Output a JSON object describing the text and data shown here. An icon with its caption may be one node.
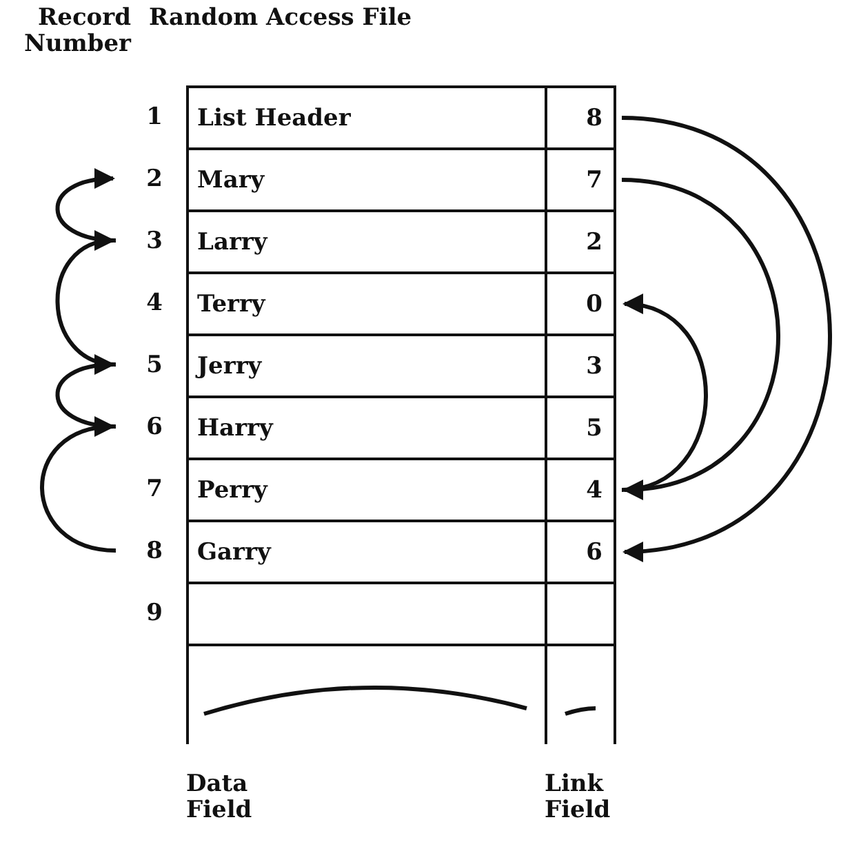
{
  "diagram": {
    "nodes": [
      {
        "text": [
          "1"
        ]
      },
      {
        "text": [
          "List Header"
        ]
      },
      {
        "text": [
          "8"
        ]
      },
      {
        "text": [
          "2"
        ]
      },
      {
        "text": [
          "Mary"
        ]
      },
      {
        "text": [
          "7"
        ]
      },
      {
        "text": [
          "3"
        ]
      },
      {
        "text": [
          "Larry"
        ]
      },
      {
        "text": [
          "2"
        ]
      },
      {
        "text": [
          "4"
        ]
      },
      {
        "text": [
          "Terry"
        ]
      },
      {
        "text": [
          "0"
        ]
      },
      {
        "text": [
          "5"
        ]
      },
      {
        "text": [
          "Jerry"
        ]
      },
      {
        "text": [
          "3"
        ]
      },
      {
        "text": [
          "6"
        ]
      },
      {
        "text": [
          "Harry"
        ]
      },
      {
        "text": [
          "5"
        ]
      },
      {
        "text": [
          "7"
        ]
      },
      {
        "text": [
          "Perry"
        ]
      },
      {
        "text": [
          "4"
        ]
      },
      {
        "text": [
          "8"
        ]
      },
      {
        "text": [
          "Garry"
        ]
      },
      {
        "text": [
          "6"
        ]
      },
      {
        "text": [
          "9"
        ]
      },
      {
        "text": [],
        "shape": "box"
      },
      {
        "text": [],
        "shape": "box"
      }
    ],
    "edges": [
      {
        "from": 2,
        "to": 23,
        "arrow": "to"
      },
      {
        "from": 5,
        "to": 20,
        "arrow": "to"
      },
      {
        "from": 20,
        "to": 11,
        "arrow": "to"
      },
      {
        "from": 6,
        "to": 3,
        "arrow": "to"
      },
      {
        "from": 12,
        "to": 6,
        "arrow": "to"
      },
      {
        "from": 15,
        "to": 12,
        "arrow": "to"
      },
      {
        "from": 21,
        "to": 15,
        "arrow": "to"
      }
    ],
    "labels": [
      "Record Number",
      "Random Access File",
      "Data Field",
      "Link Field"
    ]
  }
}
